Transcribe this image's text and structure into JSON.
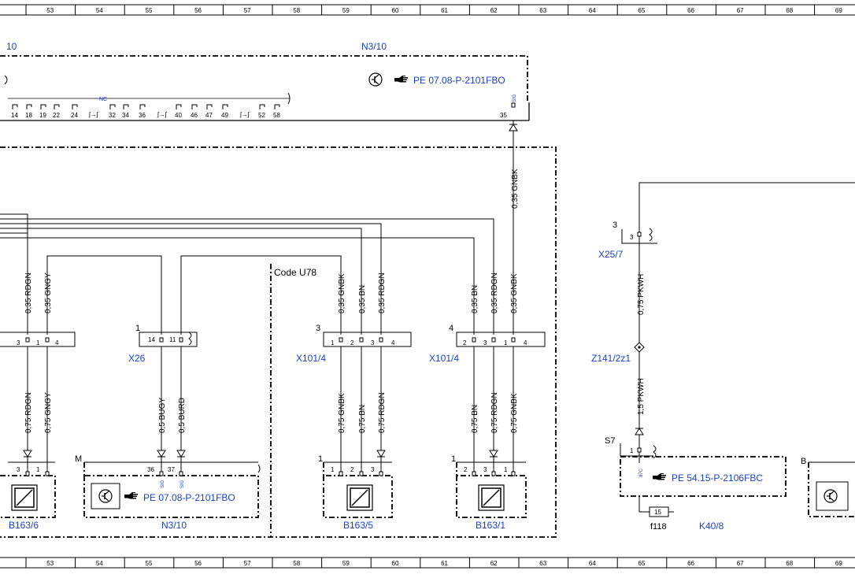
{
  "grid": {
    "columns": [
      "53",
      "54",
      "55",
      "56",
      "57",
      "58",
      "59",
      "60",
      "61",
      "62",
      "63",
      "64",
      "65",
      "66",
      "67",
      "68",
      "69"
    ]
  },
  "top_module": {
    "left_label": "10",
    "name": "N3/10",
    "reference": "PE 07.08-P-2101FBO",
    "nc_label": "NC",
    "pins": [
      "14",
      "18",
      "19",
      "22",
      "24",
      "32",
      "34",
      "36",
      "40",
      "46",
      "47",
      "49",
      "52",
      "58"
    ],
    "sig_pin": "35",
    "sig_label": "SIG"
  },
  "wires": {
    "gnbk_top": "0,35 GNBK",
    "upper": [
      {
        "label": "0,35 RDGN"
      },
      {
        "label": "0,35 GNGY"
      },
      {
        "label": "0,35 GNBK"
      },
      {
        "label": "0,35 BN"
      },
      {
        "label": "0,35 RDGN"
      },
      {
        "label": "0,35 BN"
      },
      {
        "label": "0,35 RDGN"
      },
      {
        "label": "0,35 GNBK"
      }
    ],
    "lower": [
      {
        "label": "0,75 RDGN"
      },
      {
        "label": "0,75 GNGY"
      },
      {
        "label": "0,5 BUGY"
      },
      {
        "label": "0,5 BURD"
      },
      {
        "label": "0,75 GNBK"
      },
      {
        "label": "0,75 BN"
      },
      {
        "label": "0,75 RDGN"
      },
      {
        "label": "0,75 BN"
      },
      {
        "label": "0,75 RDGN"
      },
      {
        "label": "0,75 GNBK"
      }
    ],
    "pkwh_upper": "0,75 PKWH",
    "pkwh_lower": "1,5 PKWH"
  },
  "code_label": "Code U78",
  "connectors": {
    "left_partial": {
      "pins": [
        "3",
        "1",
        "4"
      ]
    },
    "x26": {
      "name": "X26",
      "num": "1",
      "pins": [
        "14",
        "11"
      ]
    },
    "x101_4_a": {
      "name": "X101/4",
      "num": "3",
      "pins": [
        "1",
        "2",
        "3",
        "4"
      ]
    },
    "x101_4_b": {
      "name": "X101/4",
      "num": "4",
      "pins": [
        "2",
        "3",
        "1",
        "4"
      ]
    },
    "x25_7": {
      "name": "X25/7",
      "num": "3",
      "pin": "3"
    },
    "z141": {
      "name": "Z141/2z1"
    }
  },
  "components": {
    "b163_6": {
      "name": "B163/6",
      "pins": [
        "3",
        "1"
      ]
    },
    "n3_10_bottom": {
      "name": "N3/10",
      "tag": "M",
      "pins": [
        "36",
        "37"
      ],
      "sig": "SIG",
      "reference": "PE 07.08-P-2101FBO"
    },
    "b163_5": {
      "name": "B163/5",
      "num": "1",
      "pins": [
        "1",
        "2",
        "3"
      ]
    },
    "b163_1": {
      "name": "B163/1",
      "num": "1",
      "pins": [
        "2",
        "3",
        "1"
      ]
    },
    "k40_8": {
      "name": "K40/8",
      "tag": "S7",
      "pin": "1",
      "sig": "87C",
      "reference": "PE 54.15-P-2106FBC",
      "fuse": "15",
      "fuse_name": "f118"
    },
    "right_partial": {
      "tag": "B"
    }
  },
  "icons": {
    "manual_ref": "pointing-hand-icon",
    "transistor": "transistor-icon",
    "sensor": "sensor-icon"
  }
}
